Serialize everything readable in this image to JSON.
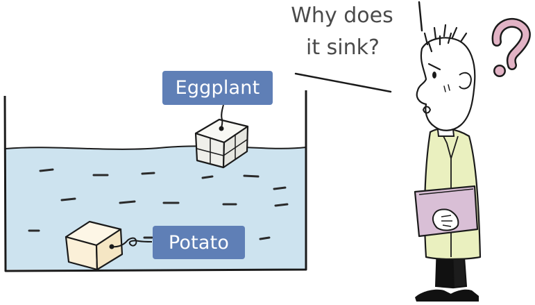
{
  "speech": {
    "line1": "Why does",
    "line2": "it sink?"
  },
  "labels": {
    "eggplant": "Eggplant",
    "potato": "Potato"
  },
  "colors": {
    "water": "#cde3ef",
    "label_bg": "#5f7fb6",
    "coat": "#eaf0bf",
    "folder": "#d9bfd6",
    "cube_eggplant": "#f4f4ef",
    "cube_potato": "#fbf0d8"
  },
  "icons": {
    "question_mark": "question-mark-icon"
  }
}
